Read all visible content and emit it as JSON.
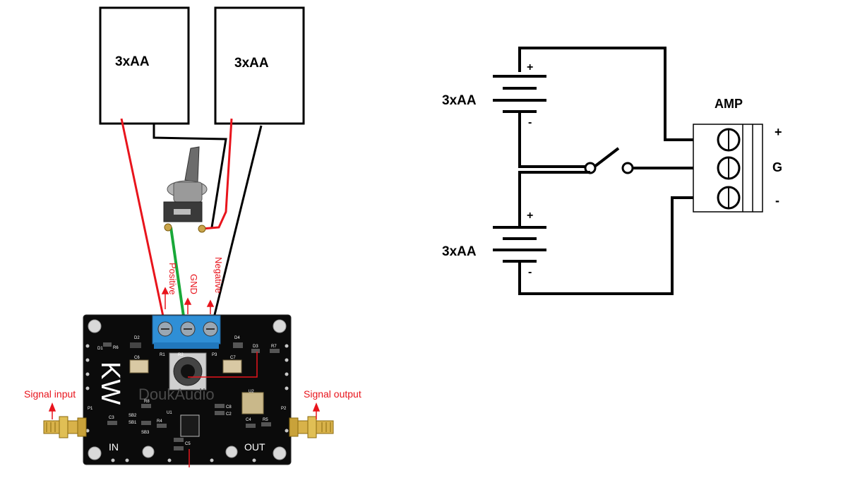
{
  "wiring_photo": {
    "battery_left": "3xAA",
    "battery_right": "3xAA",
    "terminal_labels": {
      "positive": "Positive",
      "gnd": "GND",
      "negative": "Negative"
    },
    "signal_input": "Signal input",
    "signal_output": "Signal output",
    "board": {
      "brand": "KW",
      "in_label": "IN",
      "out_label": "OUT",
      "watermark": "DoukAudio",
      "silkscreen": [
        "D1",
        "R6",
        "D2",
        "C6",
        "R1",
        "R2",
        "P3",
        "D4",
        "D3",
        "R7",
        "C7",
        "R8",
        "C8",
        "C2",
        "C3",
        "SB2",
        "SB3",
        "SB1",
        "R4",
        "U1",
        "C4",
        "R5",
        "C5",
        "P1",
        "P2",
        "U2"
      ]
    },
    "wire_colors": {
      "positive": "#e8141c",
      "gnd": "#18a838",
      "negative": "#000000"
    }
  },
  "schematic": {
    "battery_top": "3xAA",
    "battery_bottom": "3xAA",
    "plus_top": "+",
    "minus_top": "-",
    "plus_bottom": "+",
    "minus_bottom": "-",
    "amp_title": "AMP",
    "amp_plus": "+",
    "amp_gnd": "G",
    "amp_minus": "-"
  }
}
